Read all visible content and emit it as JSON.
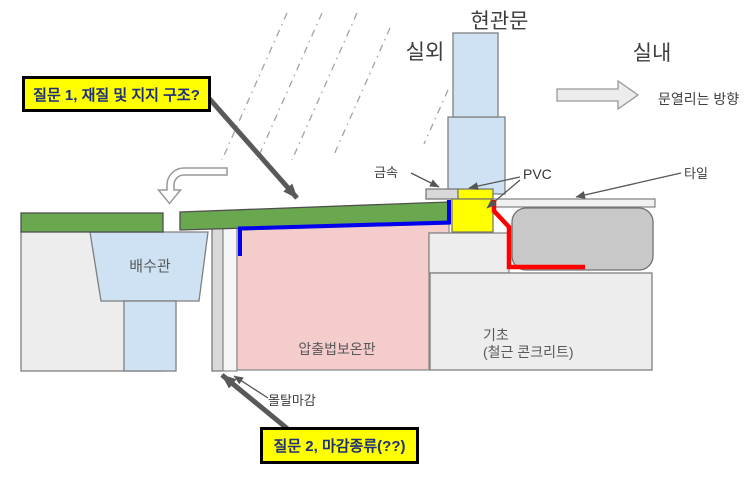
{
  "diagram": {
    "top_labels": {
      "door": "현관문",
      "outdoor": "실외",
      "indoor": "실내",
      "door_direction": "문열리는 방향"
    },
    "part_labels": {
      "metal": "금속",
      "pvc": "PVC",
      "tile": "타일",
      "drain_pipe": "배수관",
      "insulation_board": "압출법보온판",
      "foundation_line1": "기초",
      "foundation_line2": "(철근 콘크리트)",
      "mortar_finish": "몰탈마감"
    },
    "callouts": {
      "question1": "질문 1, 재질 및 지지 구조?",
      "question2": "질문 2, 마감종류(??)"
    },
    "colors": {
      "callout_highlight": "#ffff00",
      "callout_text": "#1c2f7c",
      "deck_green": "#6aa84f",
      "insulation_pink": "#f4cccc",
      "pipe_door_blue": "#cfe2f3",
      "waterproof_line_blue": "#0000ee",
      "seal_line_red": "#ff0000",
      "concrete_gray": "#ededed",
      "threshold_gray": "#c8c8c8",
      "metal_gray": "#d9d9d9",
      "arrow_dark_gray": "#595959"
    }
  }
}
